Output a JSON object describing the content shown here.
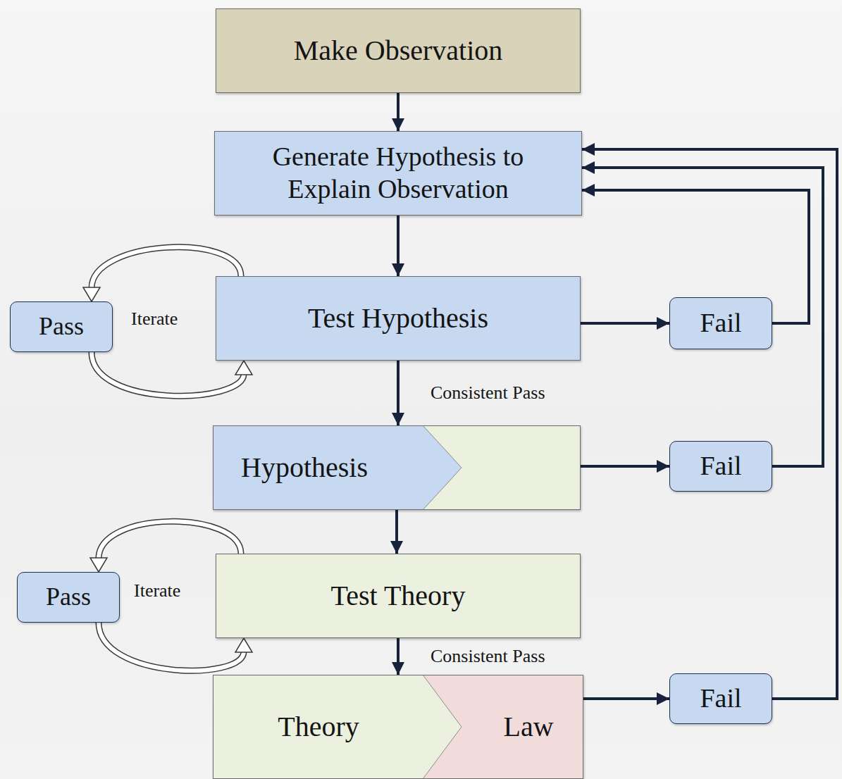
{
  "diagram": {
    "nodes": [
      {
        "text": [
          "Make Observation"
        ]
      },
      {
        "text": [
          "Generate Hypothesis to Explain Observation"
        ]
      },
      {
        "text": [
          "Pass"
        ]
      },
      {
        "text": [
          "Test Hypothesis"
        ]
      },
      {
        "text": [
          "Fail"
        ]
      },
      {
        "text": [
          "Hypothesis"
        ]
      },
      {
        "text": [
          "Fail"
        ]
      },
      {
        "text": [
          "Pass"
        ]
      },
      {
        "text": [
          "Test Theory"
        ]
      },
      {
        "text": [
          "Theory",
          "Law"
        ]
      },
      {
        "text": [
          "Fail"
        ]
      }
    ],
    "edges": [
      {
        "from": 0,
        "to": 1,
        "arrow": "to"
      },
      {
        "from": 1,
        "to": 3,
        "arrow": "to"
      },
      {
        "from": 3,
        "to": 2,
        "arrow": "to"
      },
      {
        "from": 2,
        "to": 3,
        "arrow": "to"
      },
      {
        "from": 3,
        "to": 4,
        "arrow": "to"
      },
      {
        "from": 4,
        "to": 1,
        "arrow": "to"
      },
      {
        "from": 3,
        "to": 5,
        "label": "Consistent Pass",
        "arrow": "to"
      },
      {
        "from": 5,
        "to": 6,
        "arrow": "to"
      },
      {
        "from": 6,
        "to": 1,
        "arrow": "to"
      },
      {
        "from": 5,
        "to": 8,
        "arrow": "to"
      },
      {
        "from": 8,
        "to": 7,
        "arrow": "to"
      },
      {
        "from": 7,
        "to": 8,
        "arrow": "to"
      },
      {
        "from": 8,
        "to": 9,
        "label": "Consistent Pass",
        "arrow": "to"
      },
      {
        "from": 9,
        "to": 10,
        "arrow": "to"
      },
      {
        "from": 10,
        "to": 1,
        "arrow": "to"
      }
    ],
    "labels": [
      "Iterate",
      "Iterate"
    ]
  }
}
